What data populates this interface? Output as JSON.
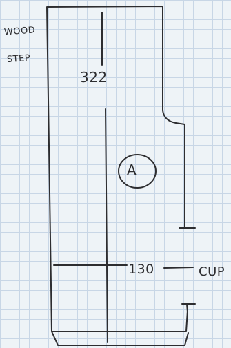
{
  "notes": {
    "wood_label": "WOOD",
    "step_label": "STEP",
    "top_dimension": "322",
    "part_label": "A",
    "cup_dimension": "130",
    "cup_label": "CUP"
  },
  "colors": {
    "paper": "#eef3f7",
    "grid": "#c8d6e6",
    "pencil": "#2d2d30"
  }
}
